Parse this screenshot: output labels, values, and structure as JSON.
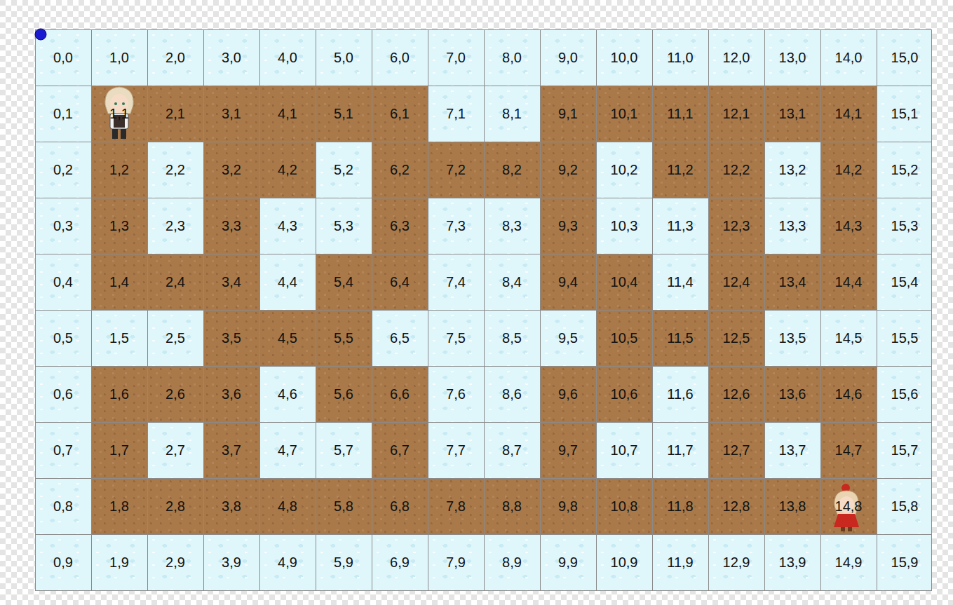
{
  "diagram": {
    "labels": [
      "0,0",
      "1,0",
      "2,0",
      "3,0",
      "4,0",
      "5,0",
      "6,0",
      "7,0",
      "8,0",
      "9,0",
      "10,0",
      "11,0",
      "12,0",
      "13,0",
      "14,0",
      "15,0",
      "0,1",
      "1,1",
      "2,1",
      "3,1",
      "4,1",
      "5,1",
      "6,1",
      "7,1",
      "8,1",
      "9,1",
      "10,1",
      "11,1",
      "12,1",
      "13,1",
      "14,1",
      "15,1",
      "0,2",
      "1,2",
      "2,2",
      "3,2",
      "4,2",
      "5,2",
      "6,2",
      "7,2",
      "8,2",
      "9,2",
      "10,2",
      "11,2",
      "12,2",
      "13,2",
      "14,2",
      "15,2",
      "0,3",
      "1,3",
      "2,3",
      "3,3",
      "4,3",
      "5,3",
      "6,3",
      "7,3",
      "8,3",
      "9,3",
      "10,3",
      "11,3",
      "12,3",
      "13,3",
      "14,3",
      "15,3",
      "0,4",
      "1,4",
      "2,4",
      "3,4",
      "4,4",
      "5,4",
      "6,4",
      "7,4",
      "8,4",
      "9,4",
      "10,4",
      "11,4",
      "12,4",
      "13,4",
      "14,4",
      "15,4",
      "0,5",
      "1,5",
      "2,5",
      "3,5",
      "4,5",
      "5,5",
      "6,5",
      "7,5",
      "8,5",
      "9,5",
      "10,5",
      "11,5",
      "12,5",
      "13,5",
      "14,5",
      "15,5",
      "0,6",
      "1,6",
      "2,6",
      "3,6",
      "4,6",
      "5,6",
      "6,6",
      "7,6",
      "8,6",
      "9,6",
      "10,6",
      "11,6",
      "12,6",
      "13,6",
      "14,6",
      "15,6",
      "0,7",
      "1,7",
      "2,7",
      "3,7",
      "4,7",
      "5,7",
      "6,7",
      "7,7",
      "8,7",
      "9,7",
      "10,7",
      "11,7",
      "12,7",
      "13,7",
      "14,7",
      "15,7",
      "0,8",
      "1,8",
      "2,8",
      "3,8",
      "4,8",
      "5,8",
      "6,8",
      "7,8",
      "8,8",
      "9,8",
      "10,8",
      "11,8",
      "12,8",
      "13,8",
      "14,8",
      "15,8",
      "0,9",
      "1,9",
      "2,9",
      "3,9",
      "4,9",
      "5,9",
      "6,9",
      "7,9",
      "8,9",
      "9,9",
      "10,9",
      "11,9",
      "12,9",
      "13,9",
      "14,9",
      "15,9"
    ]
  }
}
